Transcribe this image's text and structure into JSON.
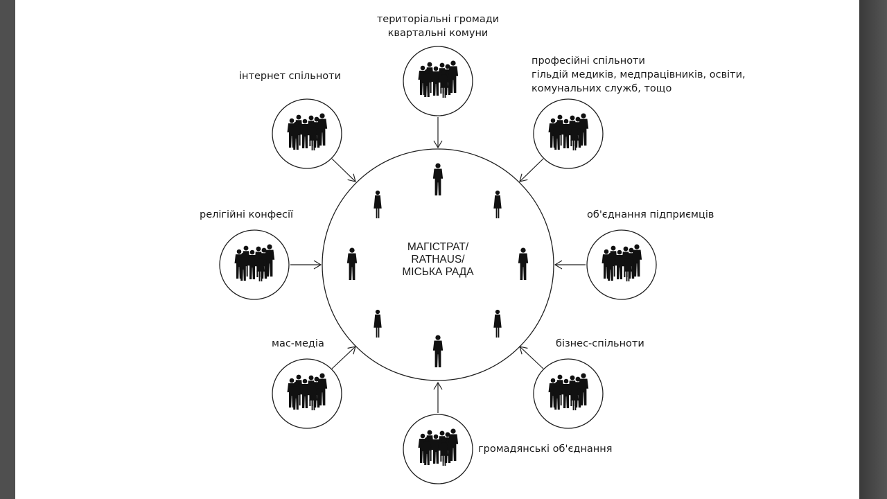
{
  "center": {
    "line1": "МАГІСТРАТ/",
    "line2": "RATHAUS/",
    "line3": "МІСЬКА РАДА"
  },
  "nodes": {
    "top": {
      "line1": "територіальні громади",
      "line2": "квартальні комуни"
    },
    "top_right": {
      "line1": "професійні спільноти",
      "line2": "гільдій медиків, медпрацівників, освіти,",
      "line3": "комунальних служб, тощо"
    },
    "right": {
      "line1": "об'єднання підприємців"
    },
    "bottom_right": {
      "line1": "бізнес-спільноти"
    },
    "bottom": {
      "line1": "громадянські об'єднання"
    },
    "bottom_left": {
      "line1": "мас-медіа"
    },
    "left": {
      "line1": "релігійні конфесії"
    },
    "top_left": {
      "line1": "інтернет спільноти"
    }
  },
  "colors": {
    "background": "#ffffff",
    "ink": "#111111",
    "frame": "#4f4f4f"
  },
  "icons": {
    "group": "group-silhouette-icon",
    "person": "person-silhouette-icon"
  }
}
